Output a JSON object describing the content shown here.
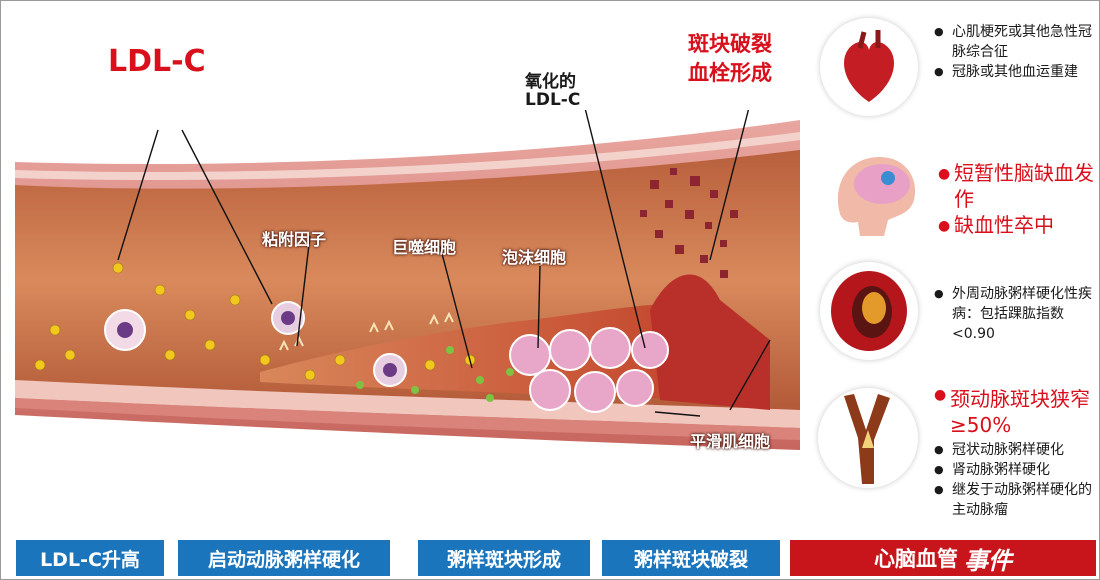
{
  "labels": {
    "ldl": "LDL-C",
    "rupture": "斑块破裂",
    "thrombus": "血栓形成",
    "oxidized": "氧化的",
    "oxidized_ldl": "LDL-C",
    "adhesion": "粘附因子",
    "macrophage": "巨噬细胞",
    "foam_cell": "泡沫细胞",
    "smooth_muscle": "平滑肌细胞"
  },
  "events": {
    "heart": [
      "心肌梗死或其他急性冠脉综合征",
      "冠脉或其他血运重建"
    ],
    "brain": [
      "短暂性脑缺血发作",
      "缺血性卒中"
    ],
    "peripheral": [
      "外周动脉粥样硬化性疾病：包括踝肱指数<0.90"
    ],
    "carotid_title": "颈动脉斑块狭窄≥50%",
    "carotid": [
      "冠状动脉粥样硬化",
      "肾动脉粥样硬化",
      "继发于动脉粥样硬化的主动脉瘤"
    ]
  },
  "stages": [
    {
      "label": "LDL-C升高"
    },
    {
      "label": "启动动脉粥样硬化"
    },
    {
      "label": "粥样斑块形成"
    },
    {
      "label": "粥样斑块破裂"
    },
    {
      "label": "心脑血管",
      "label_em": "事件"
    }
  ],
  "colors": {
    "stage_blue": "#1b75bc",
    "stage_red": "#c8151b",
    "accent_red": "#d9101b"
  }
}
